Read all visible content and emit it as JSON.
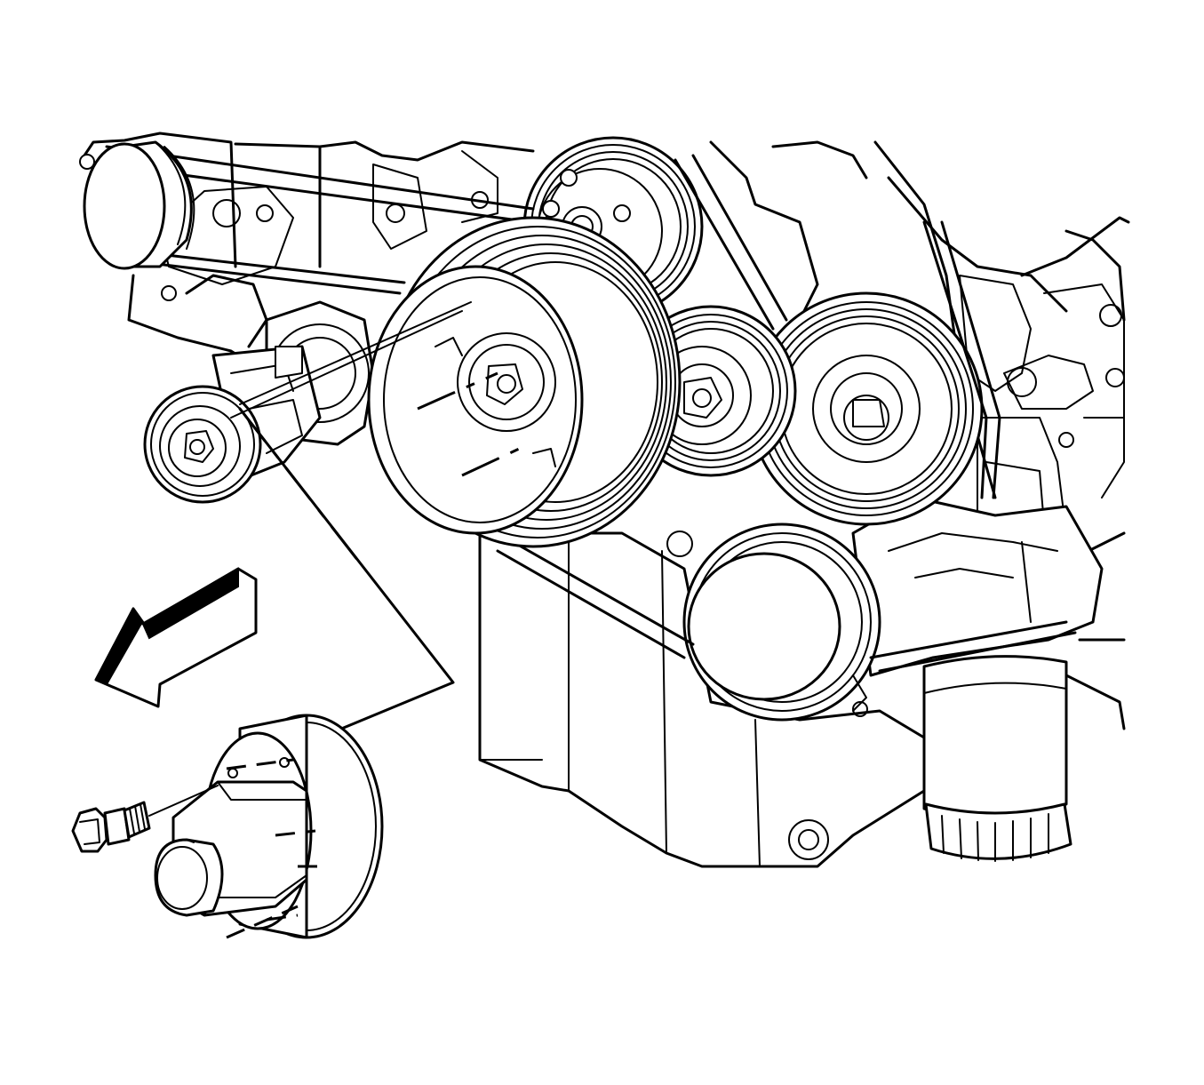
{
  "diagram": {
    "colors": {
      "line": "#000000",
      "background": "#ffffff"
    },
    "parts": [
      "engine-block",
      "crankshaft-balancer",
      "water-pump-pulley",
      "idler-pulley",
      "belt-tensioner",
      "power-steering-pulley",
      "alternator",
      "ac-compressor",
      "oil-pan",
      "oil-filter",
      "drive-belt",
      "idler-pulley-detail",
      "bolt",
      "direction-arrow"
    ]
  }
}
